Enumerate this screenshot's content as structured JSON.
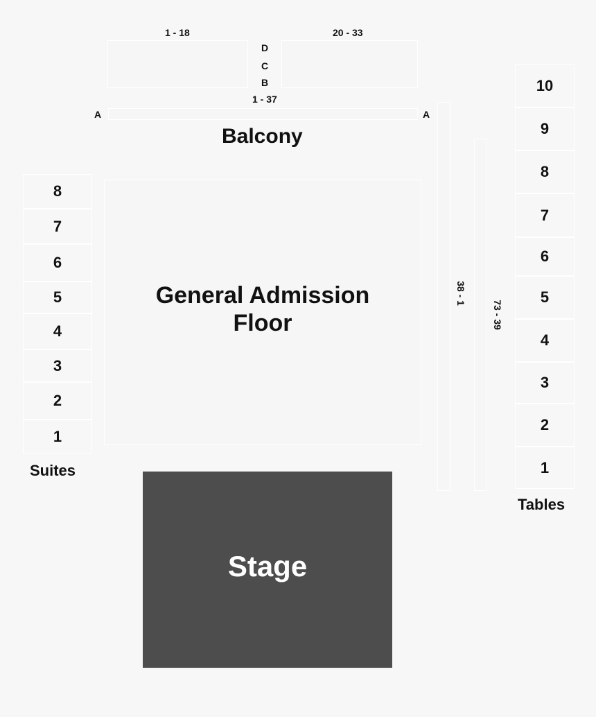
{
  "balcony": {
    "title": "Balcony",
    "left_range": "1 - 18",
    "right_range": "20 - 33",
    "rows": [
      "D",
      "C",
      "B"
    ],
    "row_a_range": "1 - 37",
    "row_a_left": "A",
    "row_a_right": "A"
  },
  "floor": {
    "line1": "General Admission",
    "line2": "Floor"
  },
  "stage": {
    "label": "Stage",
    "color": "#4d4d4d"
  },
  "side": {
    "inner_range": "38 - 1",
    "outer_range": "73 - 39"
  },
  "suites": {
    "title": "Suites",
    "items": [
      "8",
      "7",
      "6",
      "5",
      "4",
      "3",
      "2",
      "1"
    ]
  },
  "tables": {
    "title": "Tables",
    "items": [
      "10",
      "9",
      "8",
      "7",
      "6",
      "5",
      "4",
      "3",
      "2",
      "1"
    ]
  },
  "colors": {
    "background": "#f7f7f7",
    "text": "#111111",
    "stage_text": "#ffffff"
  }
}
